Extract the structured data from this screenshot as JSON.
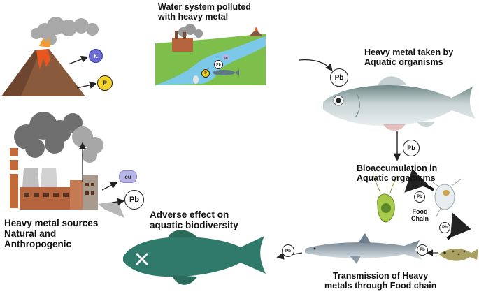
{
  "labels": {
    "water": [
      "Water system polluted",
      "with heavy metal"
    ],
    "taken": [
      "Heavy metal taken by",
      "Aquatic organisms"
    ],
    "bioacc": [
      "Bioaccumulation in",
      "Aquatic organisms"
    ],
    "sources": [
      "Heavy metal sources",
      "Natural and",
      "Anthropogenic"
    ],
    "adverse": [
      "Adverse effect on",
      "aquatic biodiversity"
    ],
    "transmission": [
      "Transmission of Heavy",
      "metals through Food chain"
    ],
    "food_chain": [
      "Food",
      "Chain"
    ]
  },
  "chips": {
    "k": "K",
    "p": "P",
    "cu": "cu",
    "pb": "Pb",
    "water_cu": "cu",
    "water_pb": "Pb",
    "water_p": "P"
  },
  "colors": {
    "lava": "#e8561f",
    "mountain": "#8a5a3c",
    "water": "#7cc8e8",
    "grass": "#7dbf4a",
    "factory": "#b5653e",
    "smoke": "#8d8d8d",
    "fish_silver": "#b9c7c9",
    "fish_dead": "#2f7a6a",
    "k_chip": "#6b6bd6",
    "p_chip": "#f2d22b",
    "cu_chip": "#b8b5e8"
  }
}
